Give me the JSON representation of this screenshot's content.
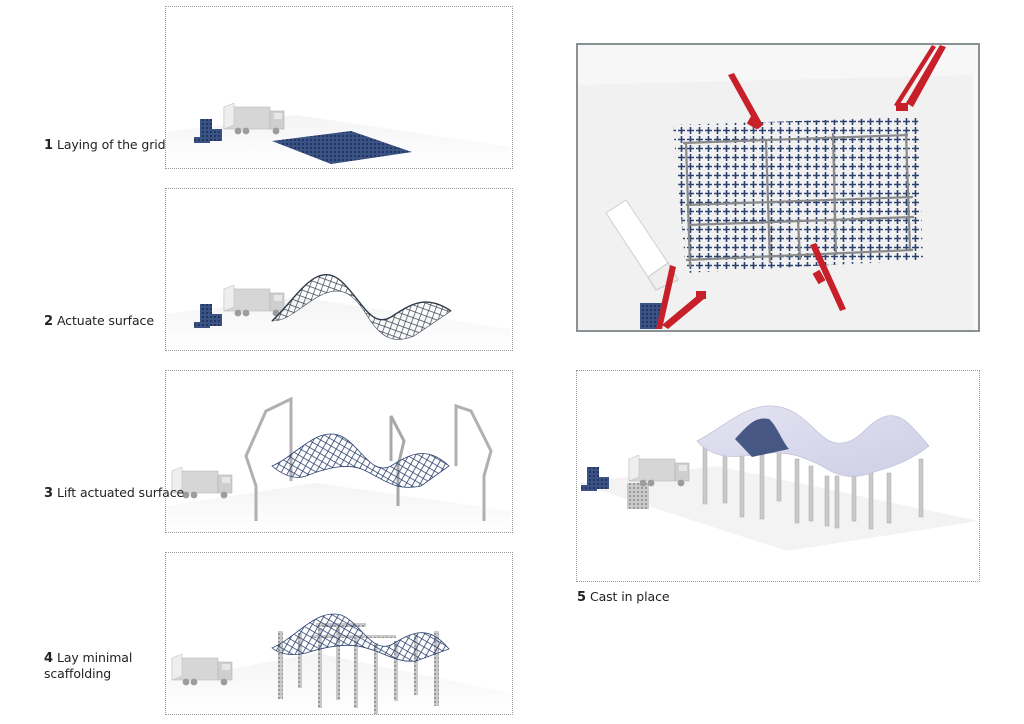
{
  "steps": [
    {
      "number": "1",
      "label": "Laying of the grid"
    },
    {
      "number": "2",
      "label": "Actuate surface"
    },
    {
      "number": "3",
      "label": "Lift actuated surface"
    },
    {
      "number": "4",
      "label_line1": "Lay minimal",
      "label_line2": "scaffolding"
    },
    {
      "number": "5",
      "label": "Cast in place"
    }
  ],
  "colors": {
    "grid_blue": "#2b4170",
    "truck_gray": "#cfcfcf",
    "crane_red": "#c8202a",
    "crane_gray": "#a9a9a9",
    "shell_lavender": "#d9d9ef",
    "panel_border": "#9a9a9a",
    "plan_border": "#8a9194"
  }
}
